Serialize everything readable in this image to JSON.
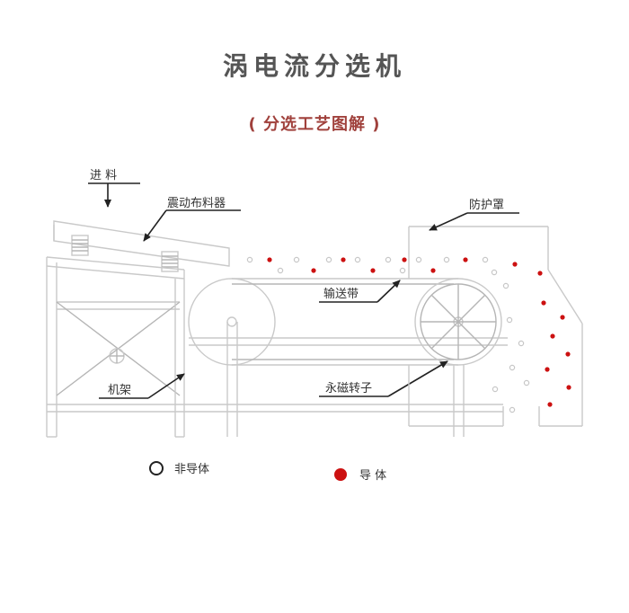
{
  "title": "涡电流分选机",
  "subtitle": "( 分选工艺图解 )",
  "labels": {
    "feed": "进 料",
    "vibrating_feeder": "震动布料器",
    "guard": "防护罩",
    "conveyor_belt": "输送带",
    "frame": "机架",
    "magnetic_rotor": "永磁转子"
  },
  "legend": {
    "non_conductor": "非导体",
    "conductor": "导 体"
  },
  "colors": {
    "conductor": "#cc1111",
    "non_conductor": "#cccccc",
    "title": "#555555",
    "subtitle": "#a0413c"
  }
}
